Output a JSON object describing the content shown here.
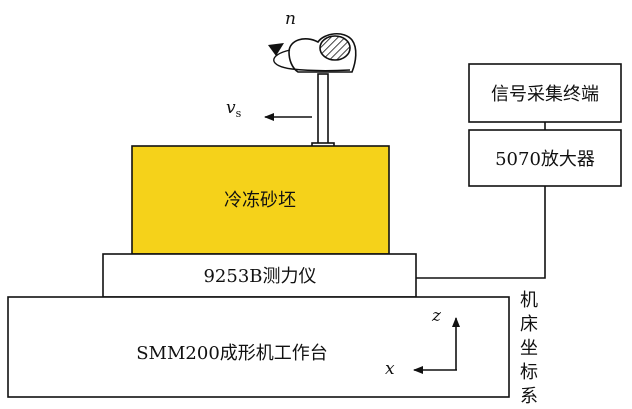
{
  "diagram": {
    "spindle_symbol": "n",
    "velocity_symbol": "v",
    "velocity_subscript": "s",
    "workpiece_label": "冷冻砂坯",
    "dynamometer_label": "9253B测力仪",
    "worktable_label": "SMM200成形机工作台",
    "amplifier_label": "5070放大器",
    "terminal_label": "信号采集终端",
    "axis_z_label": "z",
    "axis_x_label": "x",
    "coord_label_chars": [
      "机",
      "床",
      "坐",
      "标",
      "系"
    ]
  },
  "colors": {
    "workpiece_fill": "#f5d21a",
    "line": "#111111",
    "background": "#ffffff"
  },
  "icons": {
    "cutter": "rotating-cutter-icon",
    "rotation_arrow": "rotation-arrow-icon"
  }
}
